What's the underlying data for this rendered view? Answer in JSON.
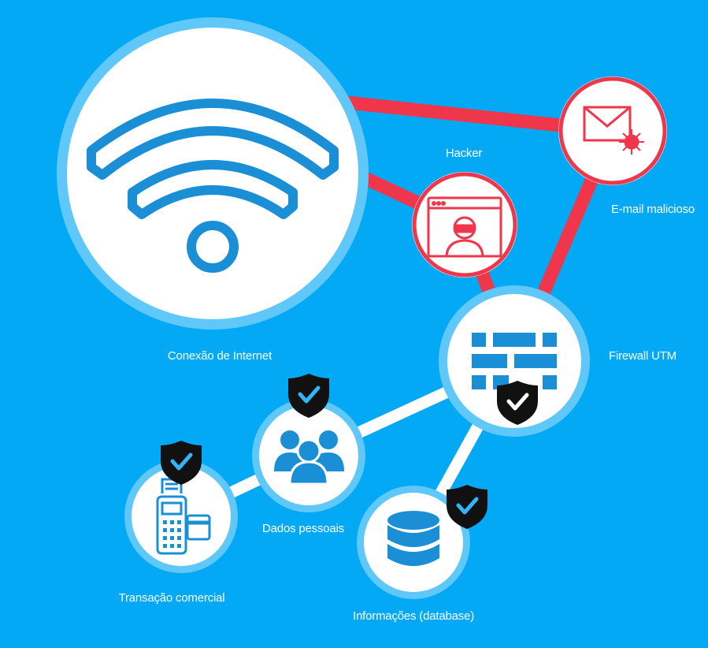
{
  "colors": {
    "background": "#03a9f4",
    "threat_red": "#f0364a",
    "node_ring": "#5fc8f8",
    "icon_blue": "#1b8fd6",
    "shield": "#111111",
    "check_blue": "#33b5f5",
    "link_white": "#ffffff"
  },
  "nodes": {
    "internet": {
      "label": "Conexão de Internet",
      "icon": "wifi-icon"
    },
    "hacker": {
      "label": "Hacker",
      "icon": "hacker-icon"
    },
    "email": {
      "label": "E-mail malicioso",
      "icon": "malicious-email-icon"
    },
    "firewall": {
      "label": "Firewall UTM",
      "icon": "brick-wall-icon"
    },
    "personal": {
      "label": "Dados pessoais",
      "icon": "people-group-icon"
    },
    "transaction": {
      "label": "Transação comercial",
      "icon": "card-terminal-icon"
    },
    "database": {
      "label": "Informações (database)",
      "icon": "database-icon"
    }
  }
}
